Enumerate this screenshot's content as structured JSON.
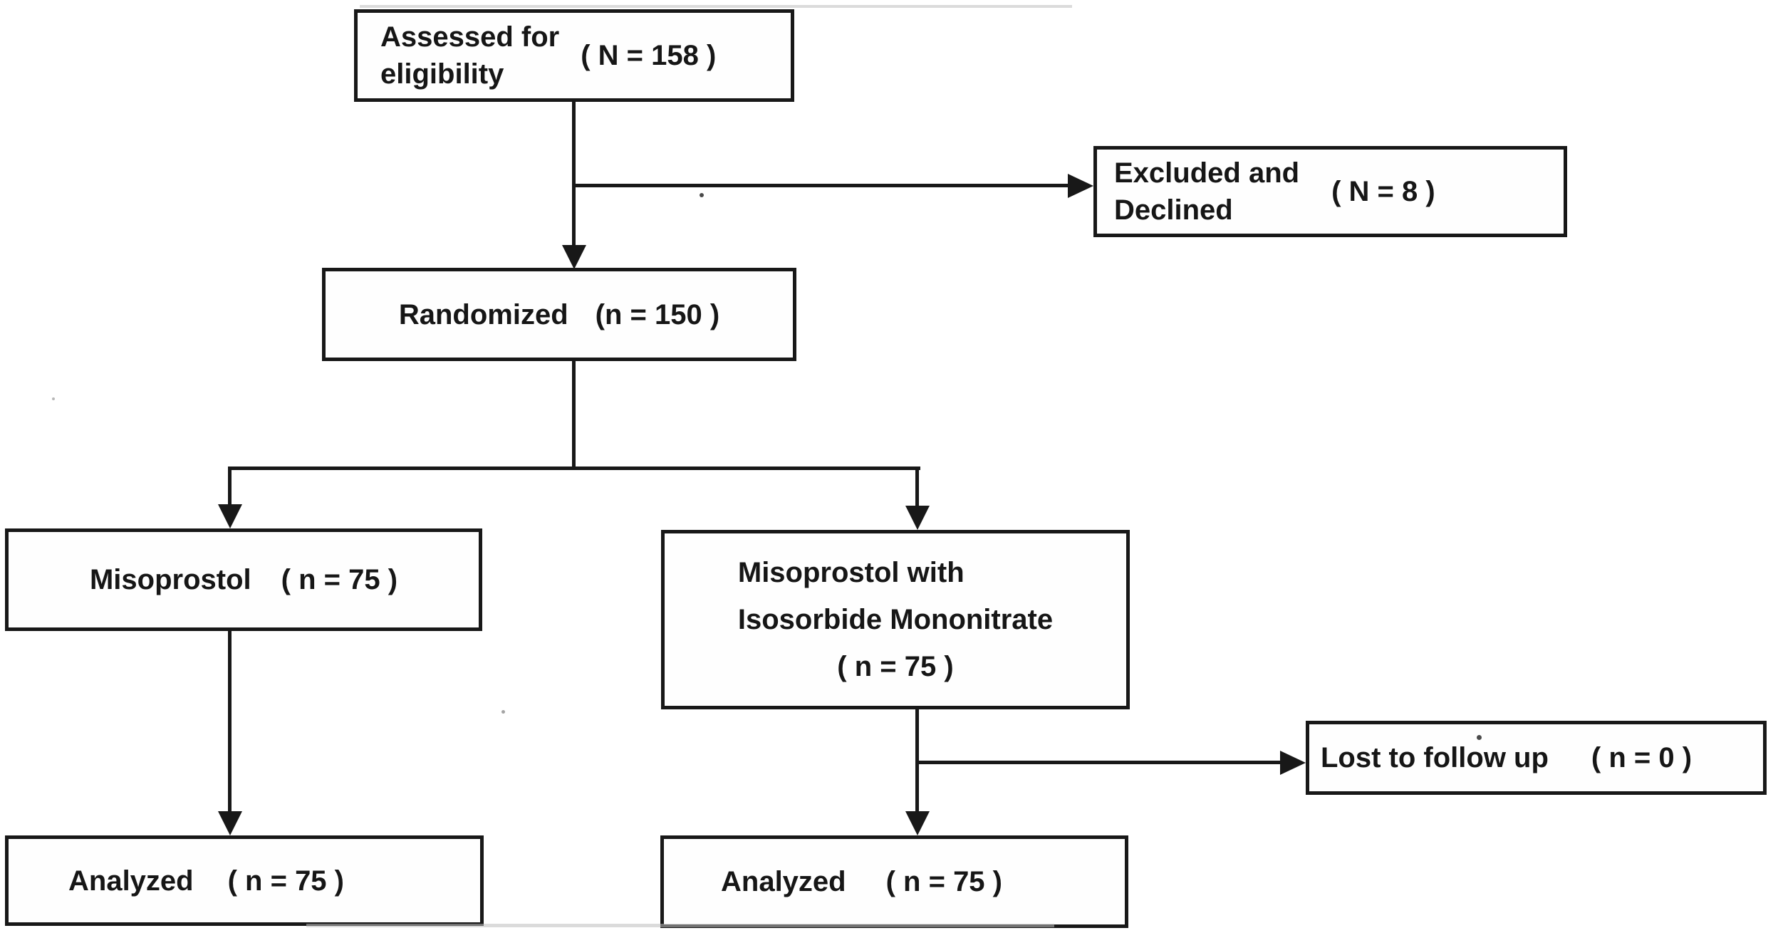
{
  "flowchart": {
    "nodes": {
      "assessed": {
        "line1": "Assessed for",
        "line2": "eligibility",
        "count": "( N = 158 )"
      },
      "excluded": {
        "line1": "Excluded and",
        "line2": "Declined",
        "count": "( N = 8 )"
      },
      "randomized": {
        "label": "Randomized",
        "count": "(n = 150 )"
      },
      "misoprostol": {
        "label": "Misoprostol",
        "count": "( n = 75 )"
      },
      "miso_imn": {
        "line1": "Misoprostol with",
        "line2": "Isosorbide Mononitrate",
        "count": "( n = 75 )"
      },
      "lost_follow_up": {
        "label": "Lost to follow up",
        "count": "( n = 0 )"
      },
      "analyzed_left": {
        "label": "Analyzed",
        "count": "( n = 75 )"
      },
      "analyzed_right": {
        "label": "Analyzed",
        "count": "( n = 75 )"
      }
    },
    "colors": {
      "ink": "#181818",
      "background": "#ffffff"
    }
  }
}
